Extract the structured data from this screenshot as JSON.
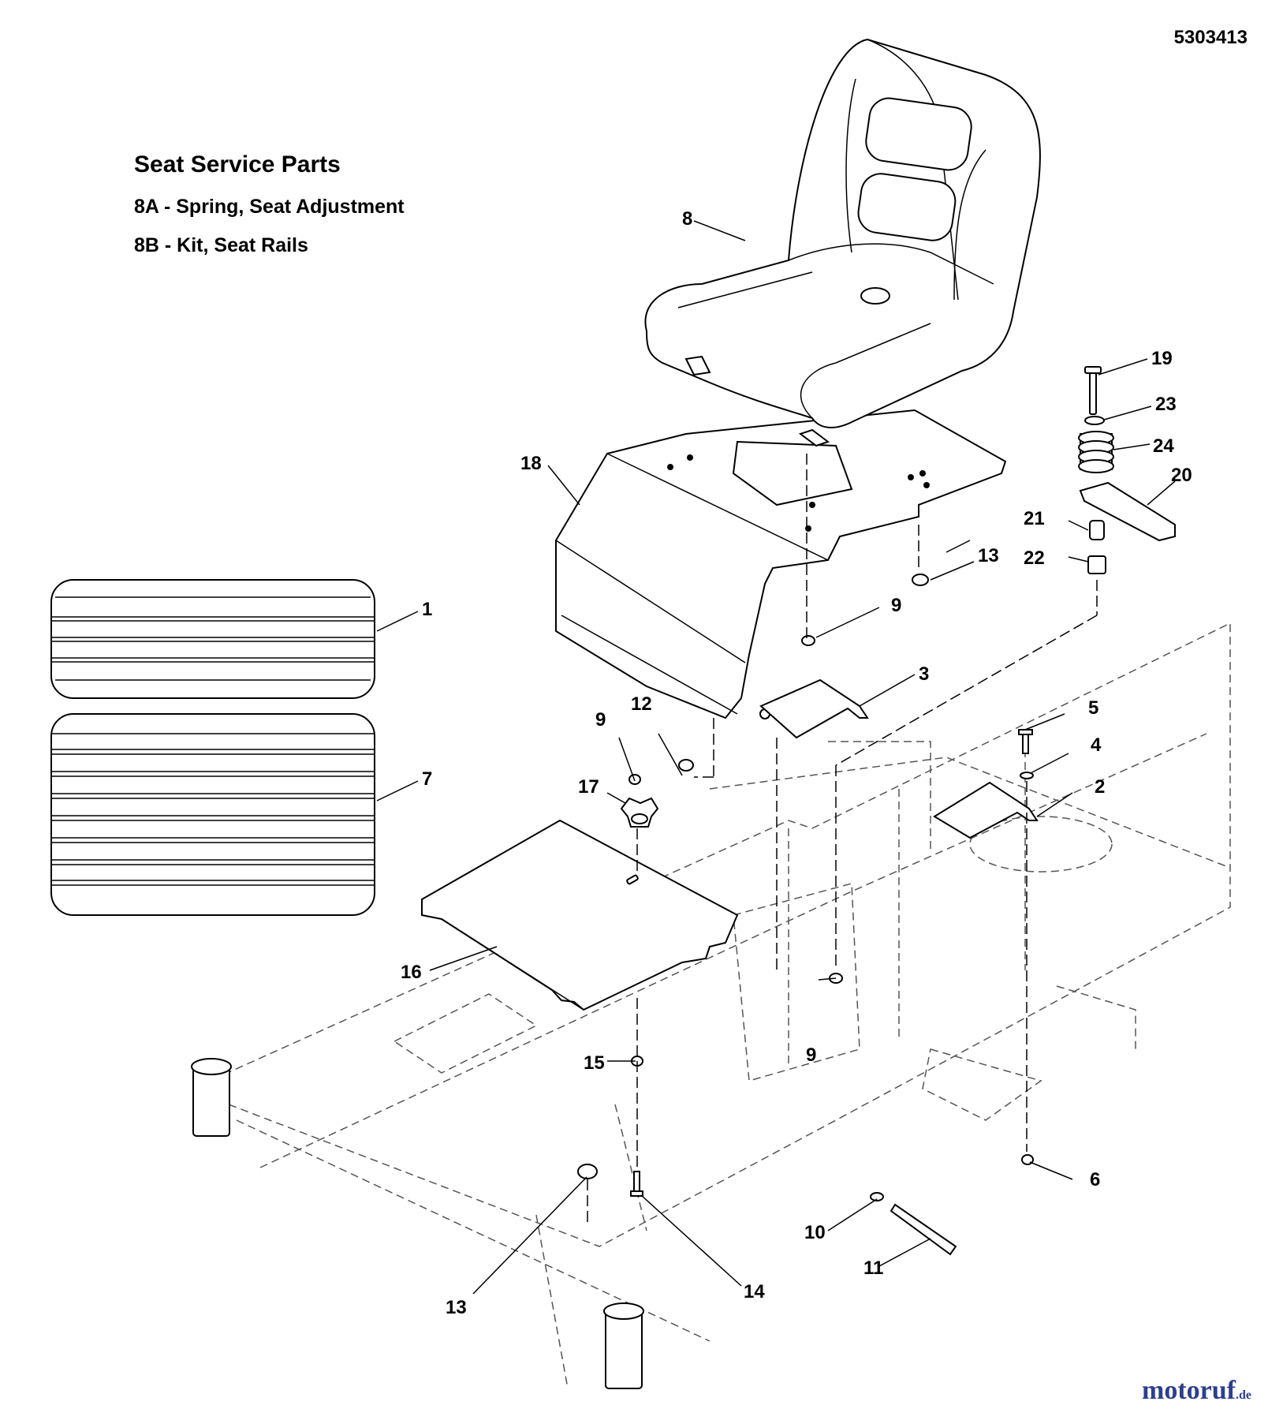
{
  "doc_number": "5303413",
  "legend": {
    "title": "Seat Service Parts",
    "items": [
      "8A - Spring, Seat Adjustment",
      "8B - Kit, Seat Rails"
    ]
  },
  "callouts": {
    "c1": "1",
    "c2": "2",
    "c3": "3",
    "c4": "4",
    "c5": "5",
    "c6": "6",
    "c7": "7",
    "c8": "8",
    "c9a": "9",
    "c9b": "9",
    "c9c": "9",
    "c10": "10",
    "c11": "11",
    "c12": "12",
    "c13a": "13",
    "c13b": "13",
    "c14": "14",
    "c15": "15",
    "c16": "16",
    "c17": "17",
    "c18": "18",
    "c19": "19",
    "c20": "20",
    "c21": "21",
    "c22": "22",
    "c23": "23",
    "c24": "24"
  },
  "watermark": {
    "main": "motoruf",
    "tld": ".de"
  },
  "colors": {
    "line": "#000000",
    "phantom": "#555555",
    "watermark": "#2d3f8c",
    "watermark_accent": "#e07a10"
  }
}
